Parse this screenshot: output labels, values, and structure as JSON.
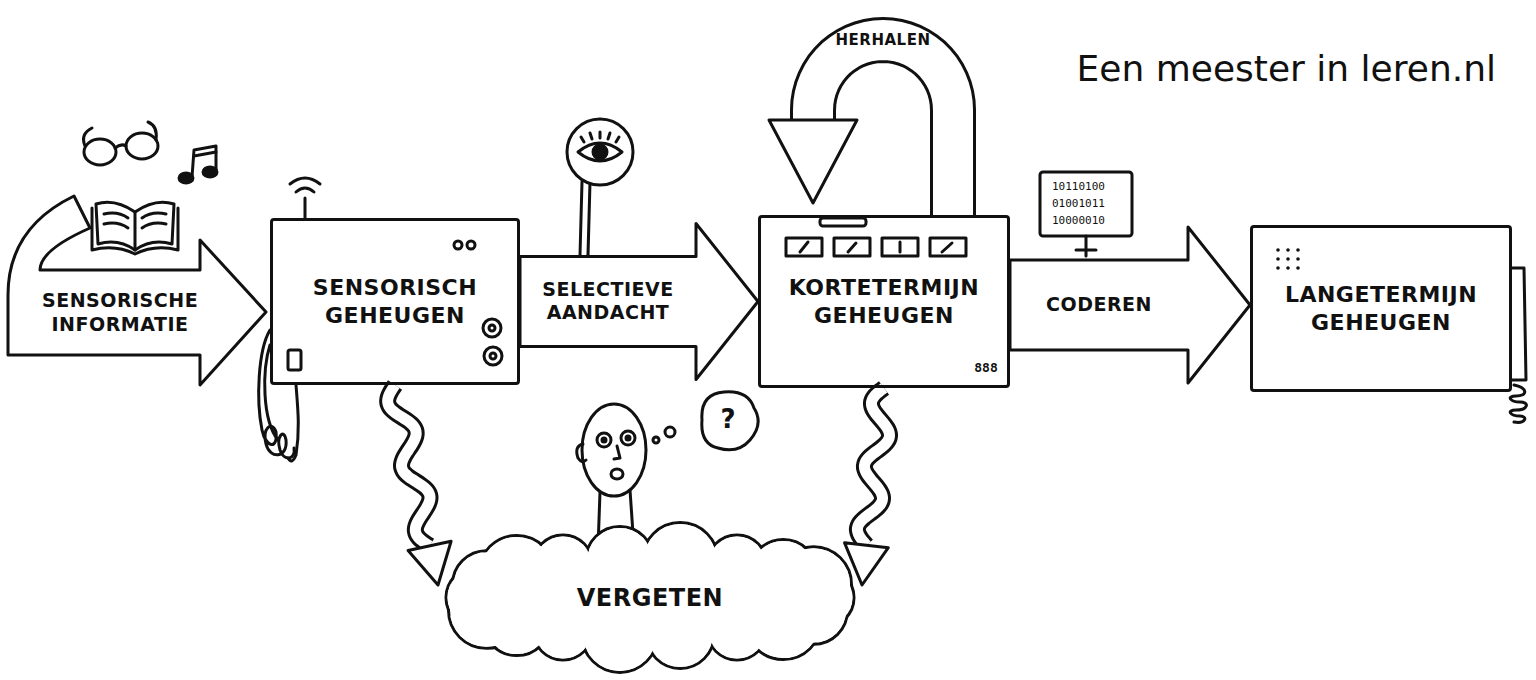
{
  "diagram": {
    "title": "Een meester in leren.nl",
    "nodes": [
      {
        "text": [
          "SENSORISCHE INFORMATIE"
        ]
      },
      {
        "text": [
          "SENSORISCH GEHEUGEN"
        ]
      },
      {
        "text": [
          "KORTETERMIJN GEHEUGEN"
        ]
      },
      {
        "text": [
          "LANGETERMIJN GEHEUGEN"
        ]
      },
      {
        "text": [
          "VERGETEN"
        ]
      }
    ],
    "edges": [
      {
        "from": 1,
        "to": 2,
        "label": "SELECTIEVE AANDACHT",
        "arrow": "to"
      },
      {
        "from": 2,
        "to": 2,
        "label": "HERHALEN",
        "arrow": "to"
      },
      {
        "from": 2,
        "to": 3,
        "label": "CODEREN",
        "arrow": "to"
      },
      {
        "from": 1,
        "to": 4,
        "arrow": "to"
      },
      {
        "from": 2,
        "to": 4,
        "arrow": "to"
      }
    ],
    "labels": [
      "?",
      "888",
      "10110100",
      "01001011",
      "10000010"
    ]
  }
}
